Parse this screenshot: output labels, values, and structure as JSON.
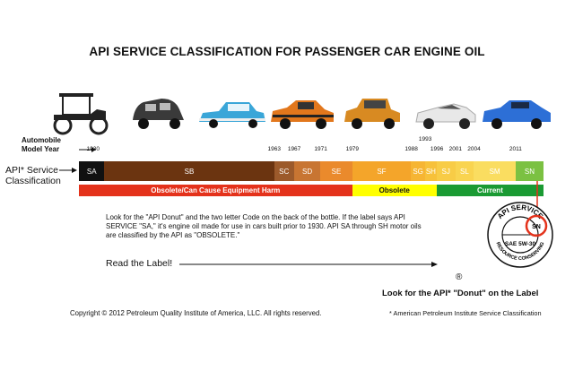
{
  "title": "API SERVICE CLASSIFICATION  FOR PASSENGER CAR ENGINE OIL",
  "model_year_label": "Automobile Model Year",
  "classification_label": "API* Service Classification",
  "years": [
    {
      "label": "1930",
      "pos": 0.03
    },
    {
      "label": "1963",
      "pos": 0.42
    },
    {
      "label": "1967",
      "pos": 0.463
    },
    {
      "label": "1971",
      "pos": 0.52
    },
    {
      "label": "1979",
      "pos": 0.588
    },
    {
      "label": "1988",
      "pos": 0.715
    },
    {
      "label": "1993",
      "pos": 0.745
    },
    {
      "label": "1996",
      "pos": 0.77
    },
    {
      "label": "2001",
      "pos": 0.81
    },
    {
      "label": "2004",
      "pos": 0.85
    },
    {
      "label": "2011",
      "pos": 0.94
    }
  ],
  "segments": [
    {
      "code": "SA",
      "start": 0.0,
      "end": 0.055,
      "color": "#111111"
    },
    {
      "code": "SB",
      "start": 0.055,
      "end": 0.42,
      "color": "#6b3410"
    },
    {
      "code": "SC",
      "start": 0.42,
      "end": 0.463,
      "color": "#9c5a2b"
    },
    {
      "code": "SD",
      "start": 0.463,
      "end": 0.52,
      "color": "#c87532"
    },
    {
      "code": "SE",
      "start": 0.52,
      "end": 0.588,
      "color": "#ea8a2c"
    },
    {
      "code": "SF",
      "start": 0.588,
      "end": 0.715,
      "color": "#f4a52a"
    },
    {
      "code": "SG",
      "start": 0.715,
      "end": 0.745,
      "color": "#f6b533"
    },
    {
      "code": "SH",
      "start": 0.745,
      "end": 0.77,
      "color": "#f7c13a"
    },
    {
      "code": "SJ",
      "start": 0.77,
      "end": 0.81,
      "color": "#f8cc46"
    },
    {
      "code": "SL",
      "start": 0.81,
      "end": 0.85,
      "color": "#f9d450"
    },
    {
      "code": "SM",
      "start": 0.85,
      "end": 0.94,
      "color": "#fadd60"
    },
    {
      "code": "SN",
      "start": 0.94,
      "end": 1.0,
      "color": "#7bc142"
    }
  ],
  "statuses": [
    {
      "label": "Obsolete/Can Cause Equipment Harm",
      "start": 0.0,
      "end": 0.588,
      "color": "#e4321b",
      "text_color": "#ffffff"
    },
    {
      "label": "Obsolete",
      "start": 0.588,
      "end": 0.77,
      "color": "#ffff00",
      "text_color": "#111111"
    },
    {
      "label": "Current",
      "start": 0.77,
      "end": 1.0,
      "color": "#1a9a33",
      "text_color": "#ffffff"
    }
  ],
  "description": "Look for the \"API Donut\" and the two letter Code on the back of the bottle. If the label says API SERVICE  \"SA,\" it's engine oil made for use in cars built prior to 1930.  API SA through SH motor oils are classified by the API as \"OBSOLETE.\"",
  "read_label": "Read the Label!",
  "donut": {
    "top_text": "API SERVICE",
    "code": "SN",
    "grade": "SAE 5W-30",
    "bottom_text": "RESOURCE CONSERVING"
  },
  "registered_mark": "®",
  "look_text": "Look for the API* \"Donut\" on the Label",
  "copyright": "Copyright © 2012 Petroleum Quality Institute of America, LLC. All rights reserved.",
  "footnote": "* American Petroleum Institute Service Classification",
  "cars": [
    {
      "name": "model-t",
      "color": "#222222"
    },
    {
      "name": "1930s-sedan",
      "color": "#3a3a3a"
    },
    {
      "name": "1950s-bel-air",
      "color": "#3aa6d8"
    },
    {
      "name": "1970s-chevelle",
      "color": "#e2771c"
    },
    {
      "name": "1970s-gremlin",
      "color": "#d88a22"
    },
    {
      "name": "1990s-sports-car",
      "color": "#e8e8e8"
    },
    {
      "name": "2010s-challenger",
      "color": "#2d6fd6"
    }
  ]
}
